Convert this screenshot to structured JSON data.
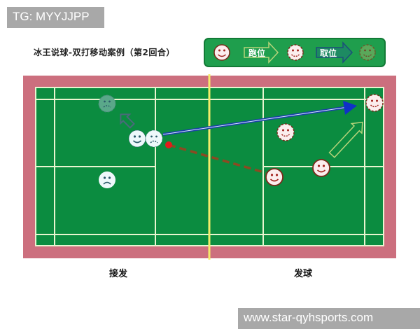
{
  "watermarks": {
    "top": "TG: MYYJJPP",
    "bottom": "www.star-qyhsports.com"
  },
  "diagram": {
    "title": "冰王说球-双打移动案例（第2回合）",
    "legend": {
      "items": [
        {
          "icon": "player-current-icon",
          "label": ""
        },
        {
          "arrow": "run-arrow",
          "label": "跑位"
        },
        {
          "icon": "player-target-icon",
          "label": ""
        },
        {
          "arrow": "take-position-arrow",
          "label": "取位"
        },
        {
          "icon": "player-previous-icon",
          "label": ""
        }
      ]
    },
    "court": {
      "surround_color": "#cc6f7e",
      "court_color": "#0b8c40",
      "line_color": "#e8f5d0",
      "net_color": "#f4ec6a"
    },
    "sides": {
      "left_label": "接发",
      "right_label": "发球"
    },
    "players": {
      "receiving_team_color": "#e9f7fb",
      "serving_team_color": "#fbeeee"
    }
  }
}
